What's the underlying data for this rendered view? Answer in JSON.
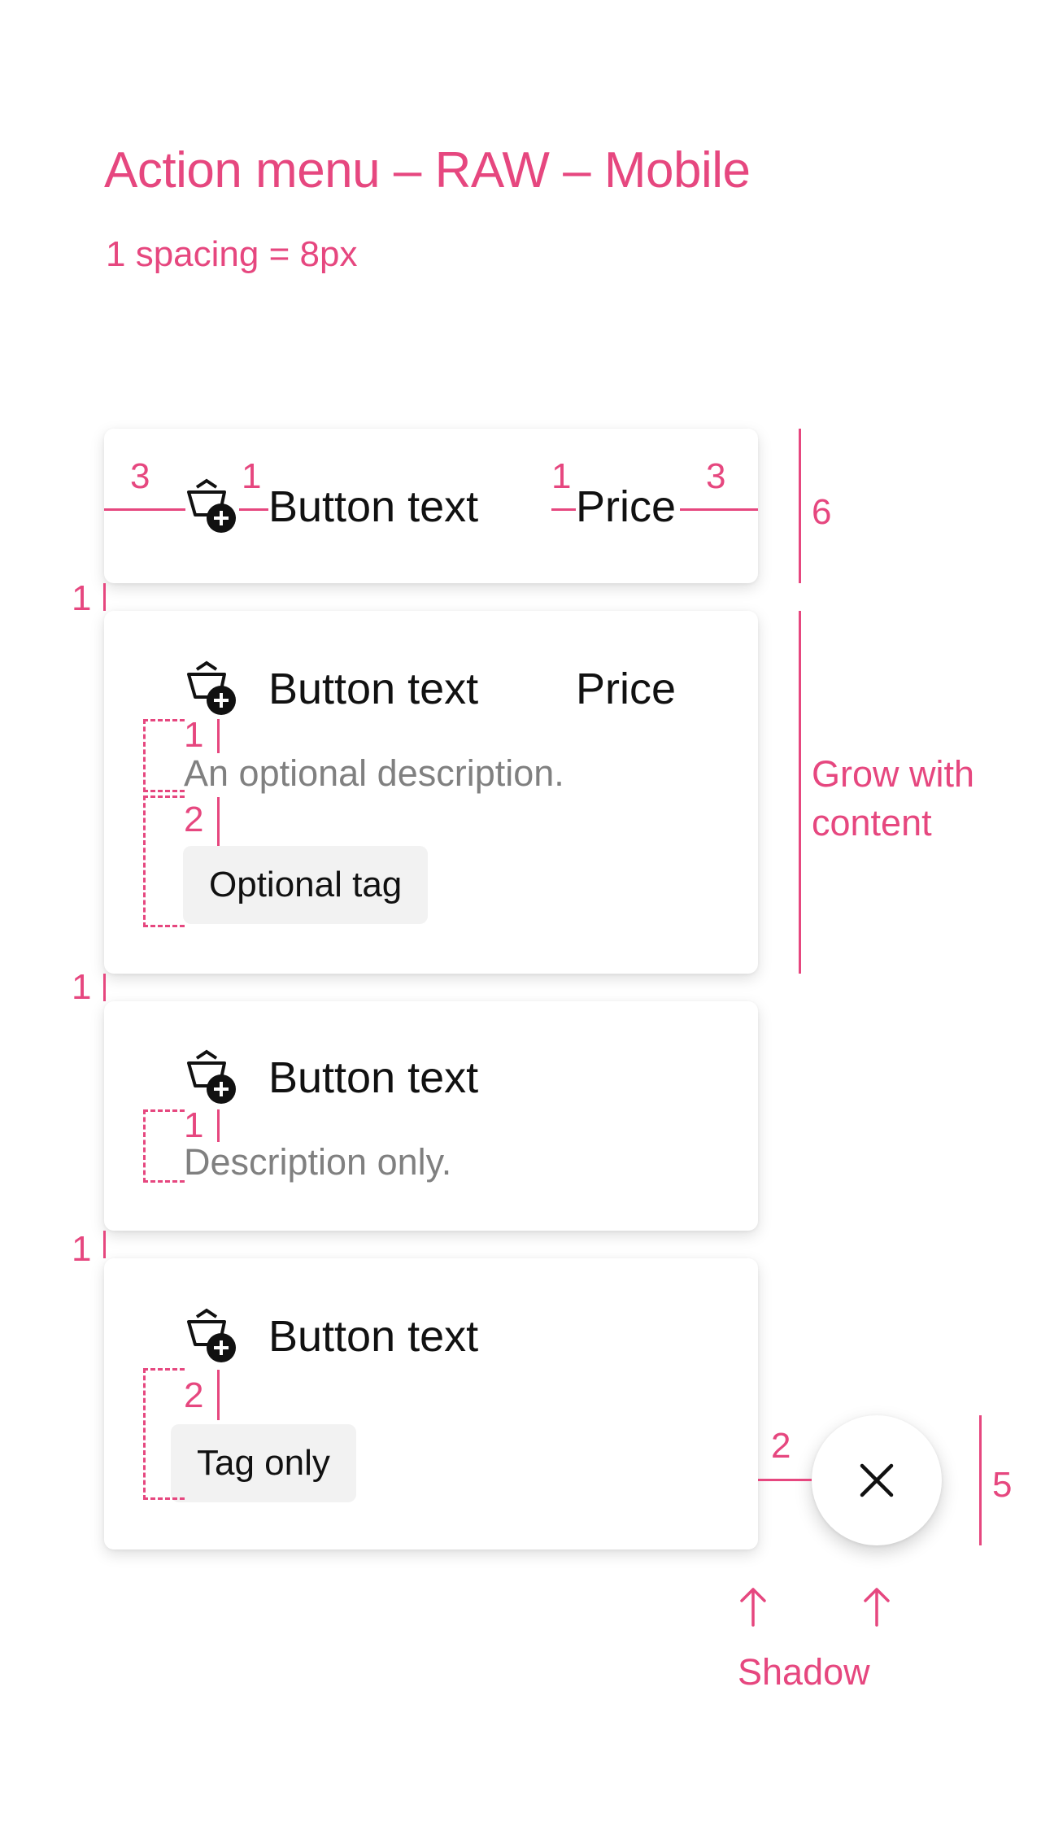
{
  "title": "Action menu – RAW – Mobile",
  "subtitle": "1 spacing = 8px",
  "colors": {
    "annotation": "#e6477f",
    "text": "#111111",
    "description": "#808080",
    "tag_bg": "#f2f2f2",
    "card_bg": "#ffffff"
  },
  "cards": [
    {
      "button_text": "Button text",
      "price": "Price",
      "icon": "basket-add-icon"
    },
    {
      "button_text": "Button text",
      "price": "Price",
      "description": "An optional description.",
      "tag": "Optional tag",
      "icon": "basket-add-icon"
    },
    {
      "button_text": "Button text",
      "description": "Description only.",
      "icon": "basket-add-icon"
    },
    {
      "button_text": "Button text",
      "tag": "Tag only",
      "icon": "basket-add-icon"
    }
  ],
  "annotations": {
    "card1_left_pad": "3",
    "card1_icon_gap": "1",
    "card1_price_gap": "1",
    "card1_right_pad": "3",
    "card1_height": "6",
    "gap_1": "1",
    "gap_2": "1",
    "gap_3": "1",
    "card2_desc_gap": "1",
    "card2_tag_gap": "2",
    "card2_side": "Grow with content",
    "card3_desc_gap": "1",
    "card4_tag_gap": "2",
    "fab_gap": "2",
    "fab_height": "5",
    "shadow_label": "Shadow"
  },
  "fab": {
    "icon": "close-icon"
  }
}
